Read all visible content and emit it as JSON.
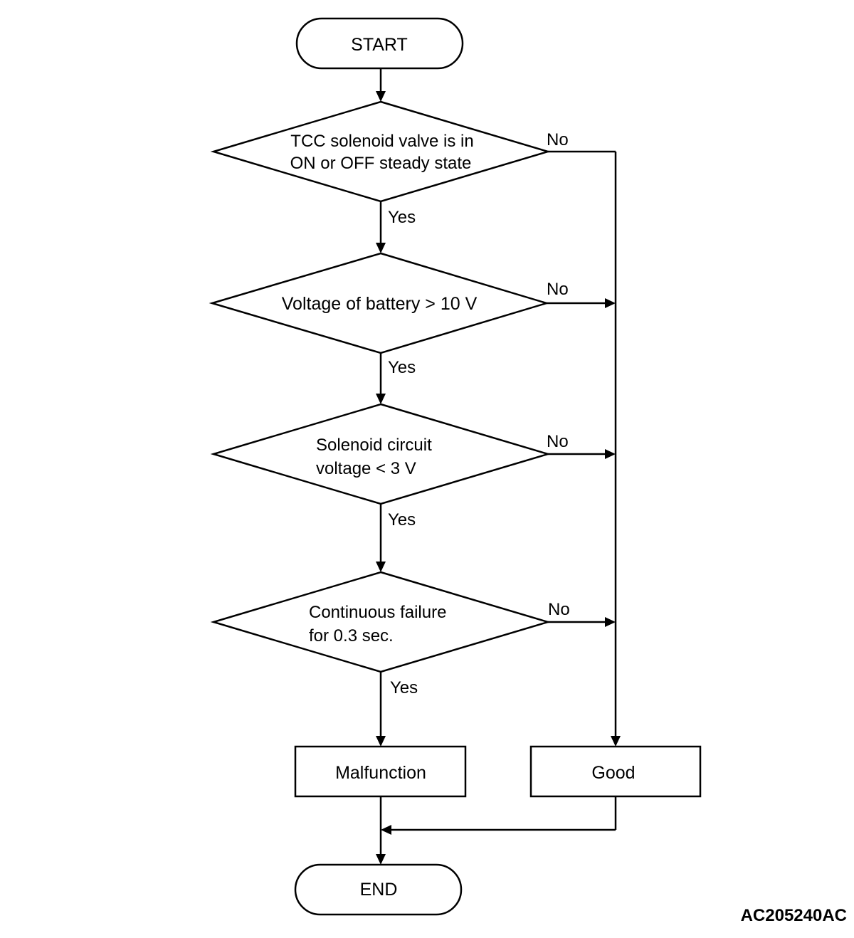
{
  "start": "START",
  "end": "END",
  "decisions": [
    {
      "lines": [
        "TCC solenoid valve is in",
        "ON or OFF steady state"
      ]
    },
    {
      "lines": [
        "Voltage of battery > 10 V"
      ]
    },
    {
      "lines": [
        "Solenoid circuit",
        "voltage < 3 V"
      ]
    },
    {
      "lines": [
        "Continuous failure",
        "for 0.3 sec."
      ]
    }
  ],
  "yes_label": "Yes",
  "no_label": "No",
  "malfunction": "Malfunction",
  "good": "Good",
  "figure_ref": "AC205240AC"
}
